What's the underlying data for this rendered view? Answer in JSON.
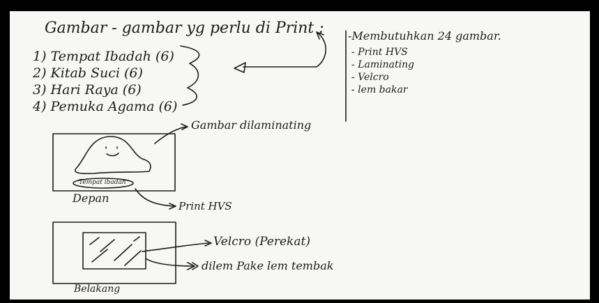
{
  "note": {
    "title": "Gambar - gambar yg perlu di Print :",
    "items": [
      "1) Tempat Ibadah (6)",
      "2) Kitab Suci (6)",
      "3) Hari Raya (6)",
      "4) Pemuka Agama (6)"
    ],
    "needs_header": "-Membutuhkan 24 gambar.",
    "needs": [
      "- Print HVS",
      "- Laminating",
      "- Velcro",
      "- lem bakar"
    ],
    "front": {
      "caption": "Depan",
      "label_inside": "Tempat ibadah",
      "arrow_laminate": "Gambar dilaminating",
      "arrow_print": "Print HVS"
    },
    "back": {
      "caption": "Belakang",
      "arrow_velcro": "Velcro (Perekat)",
      "arrow_glue": "dilem Pake lem tembak"
    }
  }
}
